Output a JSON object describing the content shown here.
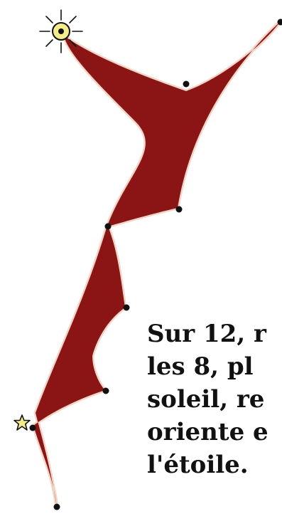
{
  "colors": {
    "shape_fill": "#8b1414",
    "shape_halo": "#f2d6c8",
    "vertex": "#111111",
    "sun_fill": "#f3ec8a",
    "star_fill": "#f3ec8a",
    "text": "#111111",
    "background": "#ffffff"
  },
  "icons": {
    "sun": "sun-icon",
    "star": "star-icon",
    "vertex": "vertex-dot"
  },
  "caption": {
    "lines": [
      "Sur 12, r",
      "les 8, pl",
      "soleil, re",
      "oriente e",
      "l'étoile."
    ]
  }
}
